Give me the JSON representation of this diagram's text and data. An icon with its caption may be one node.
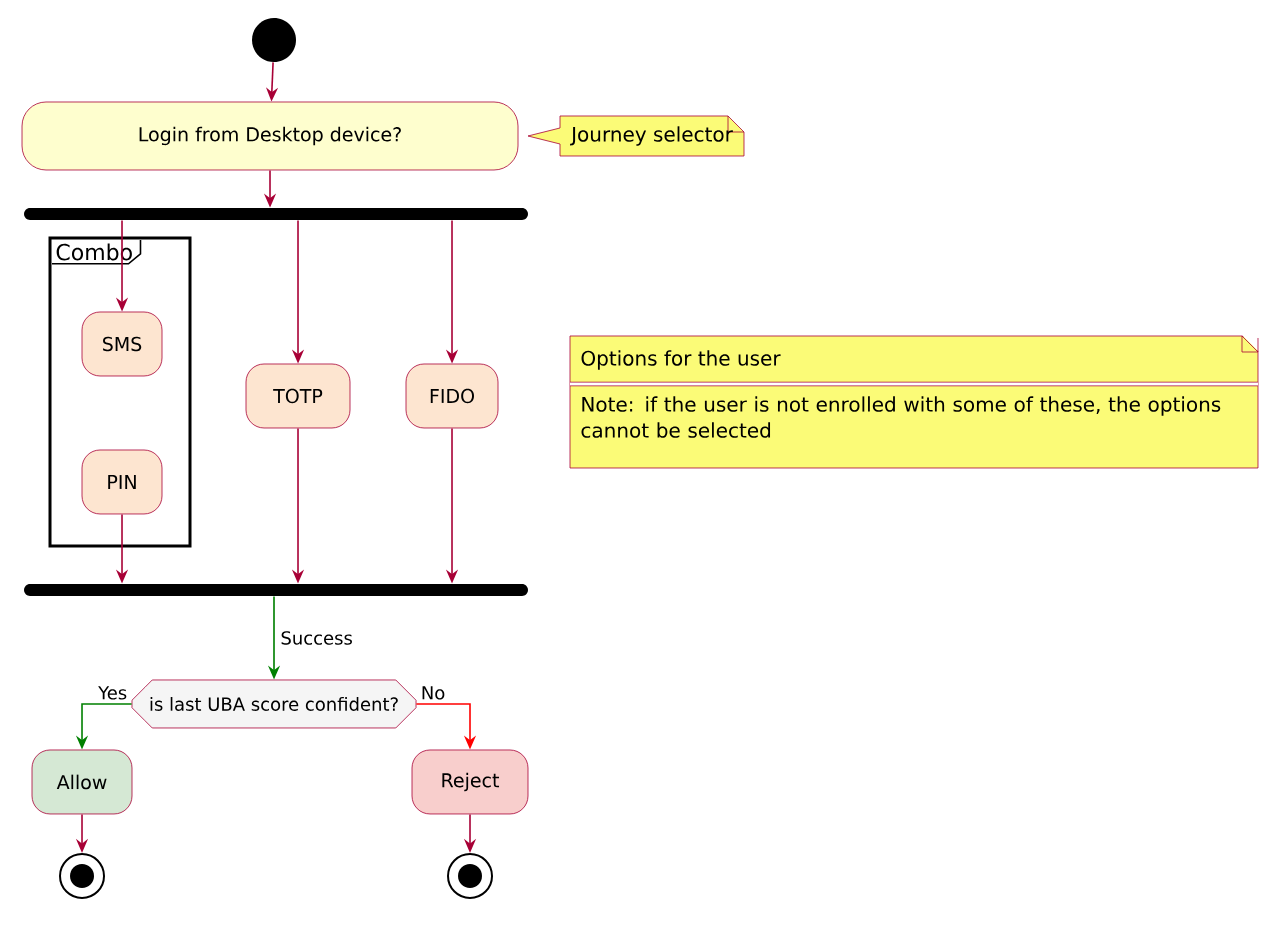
{
  "diagram": {
    "nodes": [
      {
        "text": [],
        "shape": "circle"
      },
      {
        "text": [
          "Login from Desktop device?"
        ]
      },
      {
        "text": [
          "Journey selector"
        ]
      },
      {
        "text": [],
        "shape": "bar"
      },
      {
        "text": [
          "Combo"
        ]
      },
      {
        "text": [
          "SMS"
        ],
        "in": 4
      },
      {
        "text": [
          "PIN"
        ],
        "in": 4
      },
      {
        "text": [
          "TOTP"
        ]
      },
      {
        "text": [
          "FIDO"
        ]
      },
      {
        "text": [
          "Options for the user",
          "Note: if the user is not enrolled with some of these, the options cannot be selected"
        ]
      },
      {
        "text": [],
        "shape": "bar"
      },
      {
        "text": [
          "is last UBA score confident?"
        ]
      },
      {
        "text": [
          "Allow"
        ]
      },
      {
        "text": [
          "Reject"
        ]
      },
      {
        "text": [],
        "shape": "circle"
      },
      {
        "text": [],
        "shape": "circle"
      }
    ],
    "edges": [
      {
        "from": 0,
        "to": 1,
        "arrow": "to"
      },
      {
        "from": 1,
        "to": 3,
        "arrow": "to"
      },
      {
        "from": 3,
        "to": 5,
        "arrow": "to"
      },
      {
        "from": 3,
        "to": 7,
        "arrow": "to"
      },
      {
        "from": 3,
        "to": 8,
        "arrow": "to"
      },
      {
        "from": 6,
        "to": 10,
        "arrow": "to"
      },
      {
        "from": 7,
        "to": 10,
        "arrow": "to"
      },
      {
        "from": 8,
        "to": 10,
        "arrow": "to"
      },
      {
        "from": 10,
        "to": 11,
        "arrow": "to",
        "label": "Success",
        "color": "#008000"
      },
      {
        "from": 11,
        "to": 12,
        "arrow": "to",
        "label": "Yes",
        "color": "#008000"
      },
      {
        "from": 11,
        "to": 13,
        "arrow": "to",
        "label": "No",
        "color": "#ff0000"
      },
      {
        "from": 12,
        "to": 14,
        "arrow": "to"
      },
      {
        "from": 13,
        "to": 15,
        "arrow": "to"
      }
    ]
  }
}
